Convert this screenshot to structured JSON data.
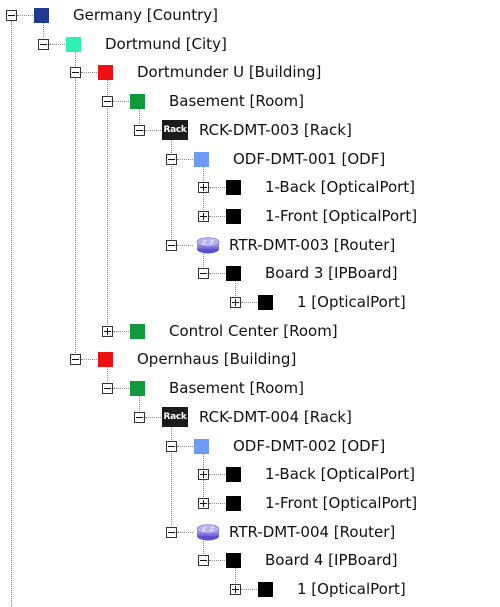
{
  "tree": {
    "nodes": [
      {
        "label": "Germany [Country]",
        "depth": 0,
        "expander": "expanded",
        "icon": "square-icon",
        "color": "#1f3a93"
      },
      {
        "label": "Dortmund [City]",
        "depth": 1,
        "expander": "expanded",
        "icon": "square-icon",
        "color": "#2ef0b4"
      },
      {
        "label": "Dortmunder U [Building]",
        "depth": 2,
        "expander": "expanded",
        "icon": "square-icon",
        "color": "#ee1111"
      },
      {
        "label": "Basement [Room]",
        "depth": 3,
        "expander": "expanded",
        "icon": "square-icon",
        "color": "#0f9a3c"
      },
      {
        "label": "RCK-DMT-003 [Rack]",
        "depth": 4,
        "expander": "expanded",
        "icon": "rack-icon",
        "icon_text": "Rack"
      },
      {
        "label": "ODF-DMT-001 [ODF]",
        "depth": 5,
        "expander": "expanded",
        "icon": "square-icon",
        "color": "#6e9bf7"
      },
      {
        "label": "1-Back [OpticalPort]",
        "depth": 6,
        "expander": "collapsed",
        "icon": "square-icon",
        "color": "#000000"
      },
      {
        "label": "1-Front [OpticalPort]",
        "depth": 6,
        "expander": "collapsed",
        "icon": "square-icon",
        "color": "#000000"
      },
      {
        "label": "RTR-DMT-003 [Router]",
        "depth": 5,
        "expander": "expanded",
        "icon": "router-icon"
      },
      {
        "label": "Board 3 [IPBoard]",
        "depth": 6,
        "expander": "expanded",
        "icon": "square-icon",
        "color": "#000000"
      },
      {
        "label": "1 [OpticalPort]",
        "depth": 7,
        "expander": "collapsed",
        "icon": "square-icon",
        "color": "#000000"
      },
      {
        "label": "Control Center [Room]",
        "depth": 3,
        "expander": "collapsed",
        "icon": "square-icon",
        "color": "#0f9a3c"
      },
      {
        "label": "Opernhaus [Building]",
        "depth": 2,
        "expander": "expanded",
        "icon": "square-icon",
        "color": "#ee1111"
      },
      {
        "label": "Basement [Room]",
        "depth": 3,
        "expander": "expanded",
        "icon": "square-icon",
        "color": "#0f9a3c"
      },
      {
        "label": "RCK-DMT-004 [Rack]",
        "depth": 4,
        "expander": "expanded",
        "icon": "rack-icon",
        "icon_text": "Rack"
      },
      {
        "label": "ODF-DMT-002 [ODF]",
        "depth": 5,
        "expander": "expanded",
        "icon": "square-icon",
        "color": "#6e9bf7"
      },
      {
        "label": "1-Back [OpticalPort]",
        "depth": 6,
        "expander": "collapsed",
        "icon": "square-icon",
        "color": "#000000"
      },
      {
        "label": "1-Front [OpticalPort]",
        "depth": 6,
        "expander": "collapsed",
        "icon": "square-icon",
        "color": "#000000"
      },
      {
        "label": "RTR-DMT-004 [Router]",
        "depth": 5,
        "expander": "expanded",
        "icon": "router-icon"
      },
      {
        "label": "Board 4 [IPBoard]",
        "depth": 6,
        "expander": "expanded",
        "icon": "square-icon",
        "color": "#000000"
      },
      {
        "label": "1 [OpticalPort]",
        "depth": 7,
        "expander": "collapsed",
        "icon": "square-icon",
        "color": "#000000"
      }
    ]
  }
}
